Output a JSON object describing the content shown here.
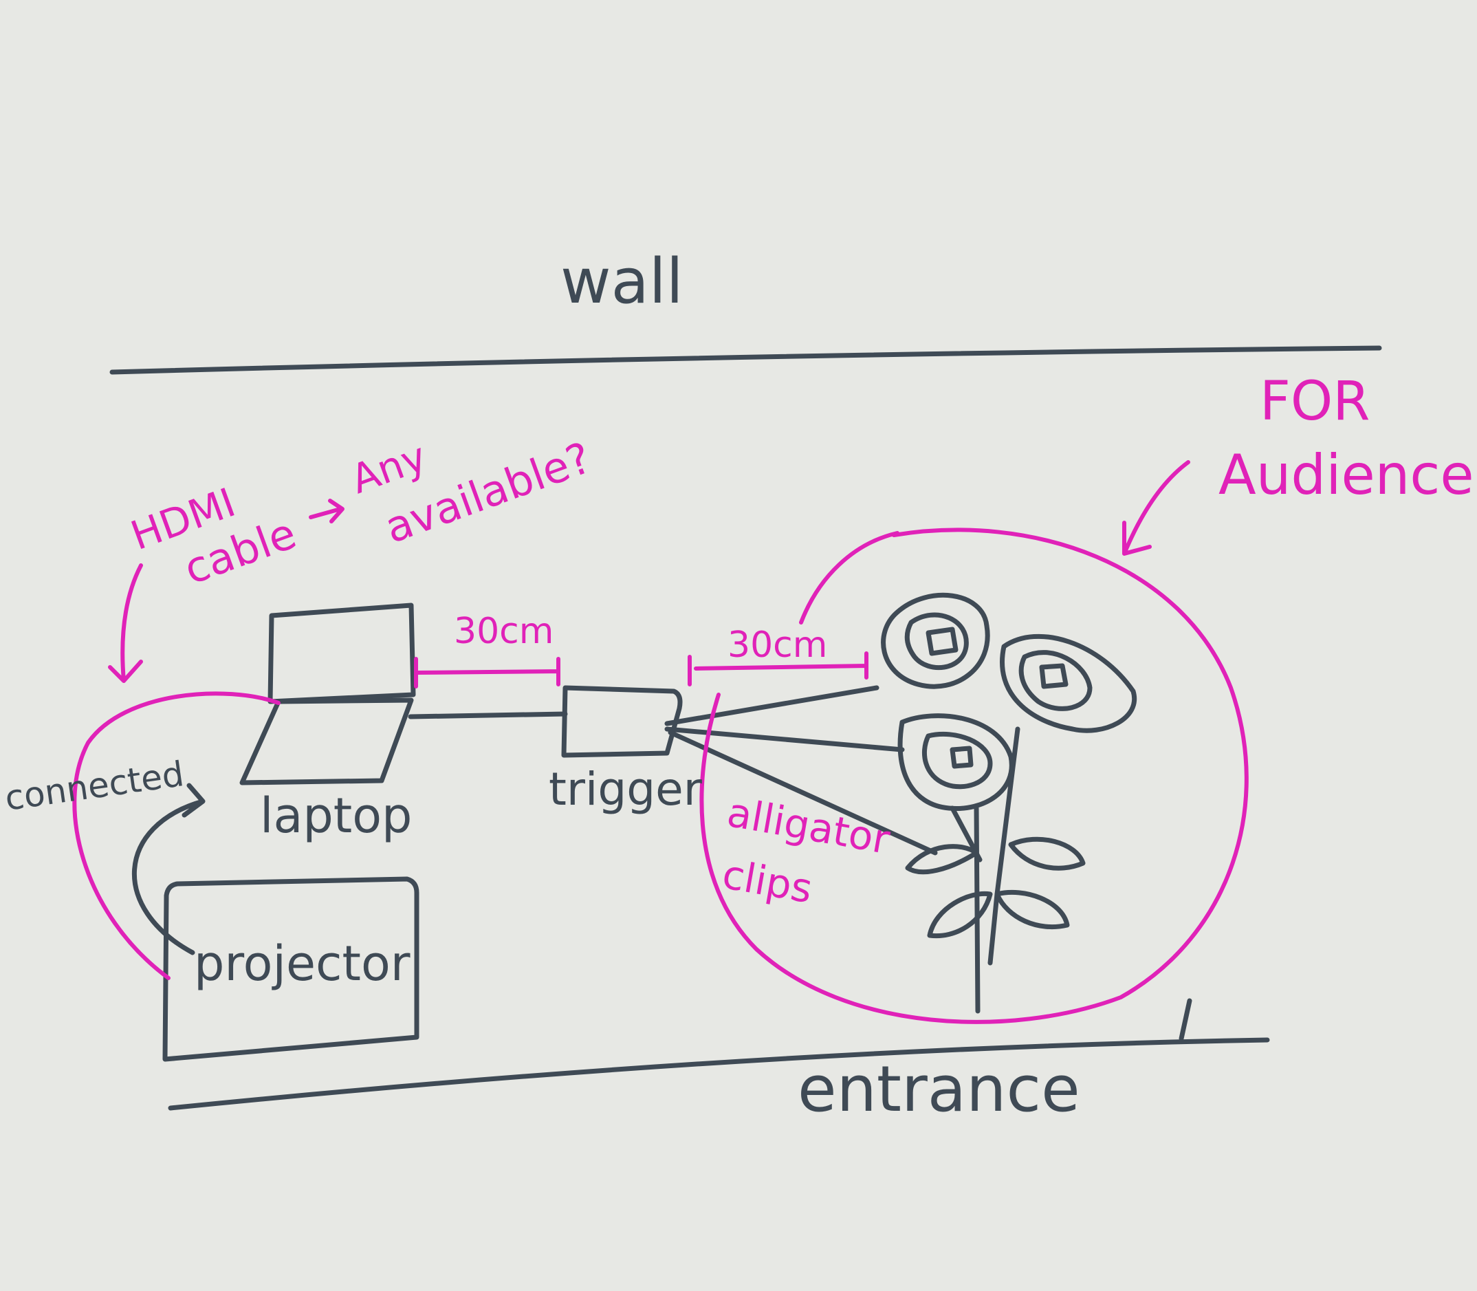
{
  "labels": {
    "wall": "wall",
    "entrance": "entrance",
    "laptop": "laptop",
    "projector": "projector",
    "trigger": "trigger",
    "connected": "connected",
    "hdmi_line1": "HDMI",
    "hdmi_line2": "cable",
    "any_line1": "Any",
    "any_line2": "available?",
    "dist_left": "30cm",
    "dist_right": "30cm",
    "alligator_line1": "alligator",
    "alligator_line2": "clips",
    "for_line": "FOR",
    "audience_line": "Audience"
  },
  "colors": {
    "ink": "#3f4a55",
    "accent": "#e022b8",
    "paper": "#e7e8e4"
  }
}
